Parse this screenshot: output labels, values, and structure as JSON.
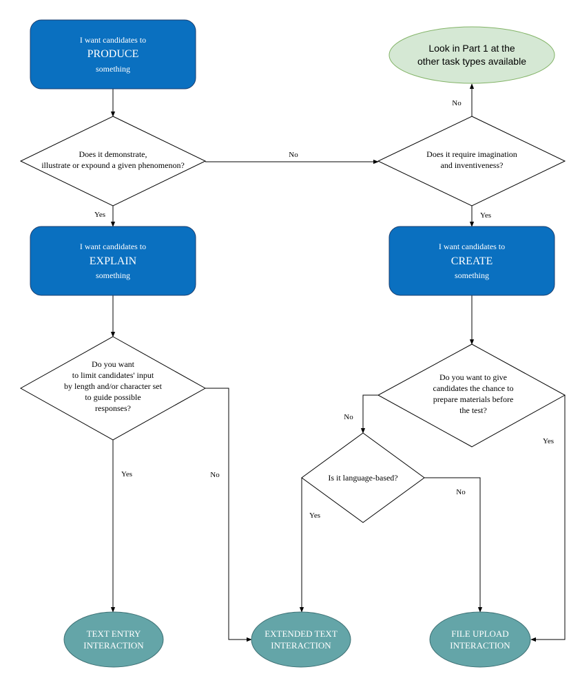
{
  "nodes": {
    "produce": {
      "line1": "I want candidates to",
      "line2": "PRODUCE",
      "line3": "something"
    },
    "demonstrate": {
      "line1": "Does it demonstrate,",
      "line2": "illustrate or expound a given phenomenon?"
    },
    "imagination": {
      "line1": "Does it require imagination",
      "line2": "and inventiveness?"
    },
    "part1": {
      "line1": "Look in Part 1 at the",
      "line2": "other task types available"
    },
    "explain": {
      "line1": "I want candidates to",
      "line2": "EXPLAIN",
      "line3": "something"
    },
    "create": {
      "line1": "I want candidates to",
      "line2": "CREATE",
      "line3": "something"
    },
    "limit": {
      "line1": "Do you want",
      "line2": "to limit candidates' input",
      "line3": "by length and/or character set",
      "line4": "to guide possible",
      "line5": "responses?"
    },
    "prepare": {
      "line1": "Do you want to give",
      "line2": "candidates the chance to",
      "line3": "prepare materials before",
      "line4": "the test?"
    },
    "language": {
      "line1": "Is it language-based?"
    },
    "text_entry": {
      "line1": "TEXT ENTRY",
      "line2": "INTERACTION"
    },
    "extended_text": {
      "line1": "EXTENDED TEXT",
      "line2": "INTERACTION"
    },
    "file_upload": {
      "line1": "FILE UPLOAD",
      "line2": "INTERACTION"
    }
  },
  "edges": {
    "demonstrate_no": "No",
    "demonstrate_yes": "Yes",
    "imagination_no": "No",
    "imagination_yes": "Yes",
    "limit_yes": "Yes",
    "limit_no": "No",
    "prepare_no": "No",
    "prepare_yes": "Yes",
    "language_yes": "Yes",
    "language_no": "No"
  },
  "colors": {
    "process_fill": "#0a70c0",
    "terminal_fill": "#64a5a8",
    "note_fill": "#d5e8d4",
    "note_stroke": "#82b366"
  }
}
